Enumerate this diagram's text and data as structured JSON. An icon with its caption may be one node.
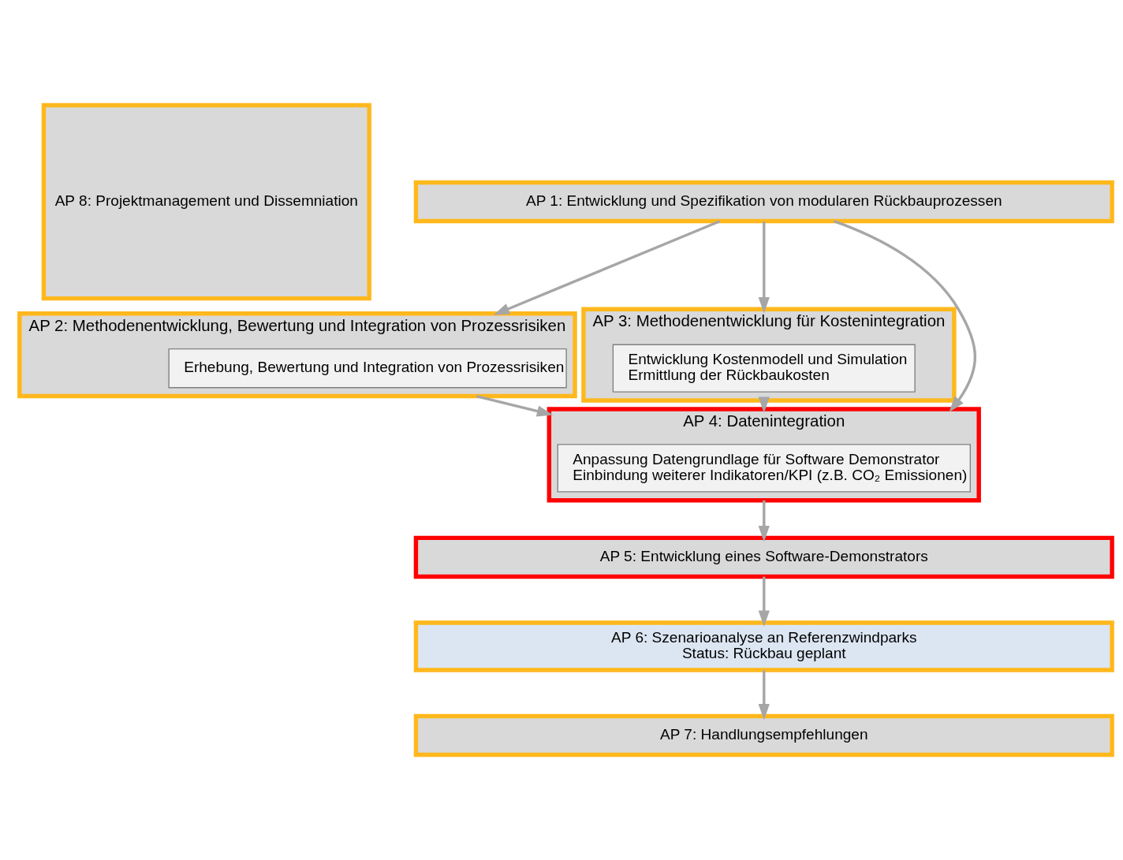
{
  "diagram": {
    "nodes": [
      {
        "text": [
          "AP 8: Projektmanagement und Dissemniation"
        ]
      },
      {
        "text": [
          "AP 1: Entwicklung und Spezifikation von modularen Rückbauprozessen"
        ]
      },
      {
        "text": [
          "AP 2: Methodenentwicklung, Bewertung und Integration von Prozessrisiken"
        ]
      },
      {
        "text": [
          "Erhebung, Bewertung und Integration von Prozessrisiken"
        ],
        "in": 2
      },
      {
        "text": [
          "AP 3: Methodenentwicklung für Kostenintegration"
        ]
      },
      {
        "text": [
          "Entwicklung Kostenmodell und Simulation",
          "Ermittlung der Rückbaukosten"
        ],
        "in": 4
      },
      {
        "text": [
          "AP 4: Datenintegration"
        ]
      },
      {
        "text": [
          "Anpassung Datengrundlage für Software Demonstrator",
          "Einbindung weiterer Indikatoren/KPI (z.B. CO₂ Emissionen)"
        ],
        "in": 6
      },
      {
        "text": [
          "AP 5: Entwicklung eines Software-Demonstrators"
        ]
      },
      {
        "text": [
          "AP 6: Szenarioanalyse an Referenzwindparks",
          "Status: Rückbau geplant"
        ]
      },
      {
        "text": [
          "AP 7: Handlungsempfehlungen"
        ]
      }
    ],
    "edges": [
      {
        "from": 1,
        "to": 2,
        "arrow": "to"
      },
      {
        "from": 1,
        "to": 6,
        "arrow": "to"
      },
      {
        "from": 1,
        "to": 4,
        "arrow": "to"
      },
      {
        "from": 2,
        "to": 6,
        "arrow": "to"
      },
      {
        "from": 4,
        "to": 6,
        "arrow": "to"
      },
      {
        "from": 6,
        "to": 8,
        "arrow": "to"
      },
      {
        "from": 8,
        "to": 9,
        "arrow": "to"
      },
      {
        "from": 9,
        "to": 10,
        "arrow": "to"
      }
    ]
  }
}
